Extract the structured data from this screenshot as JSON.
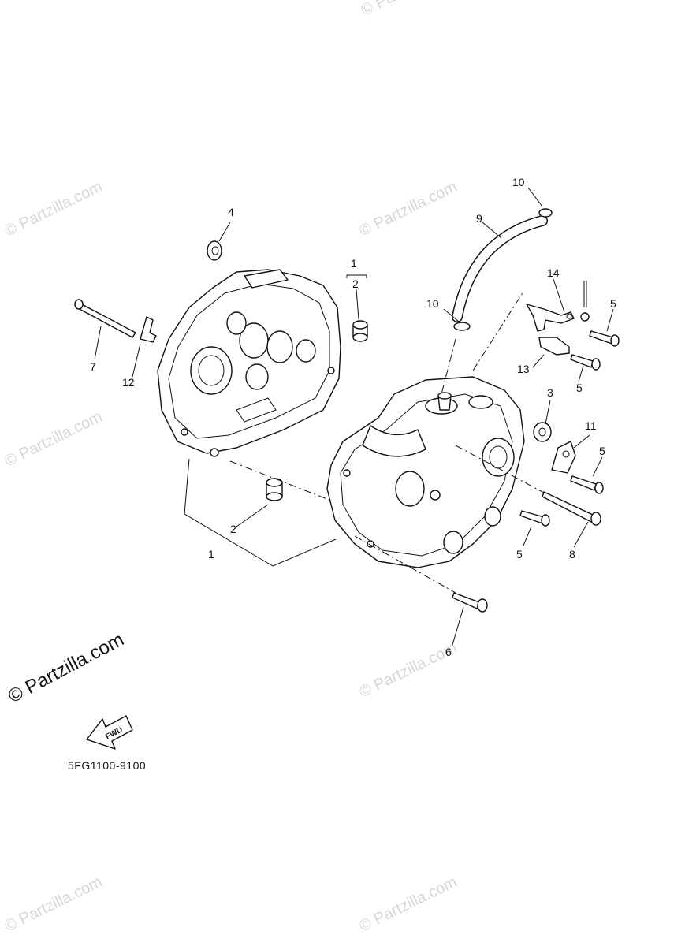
{
  "diagram": {
    "code": "5FG1100-9100",
    "fwd_label": "FWD",
    "watermark_text": "© Partzilla.com",
    "main_watermark_text": "© Partzilla.com",
    "callouts": {
      "c1a": "1",
      "c1b": "1",
      "c2a": "2",
      "c2b": "2",
      "c3": "3",
      "c4": "4",
      "c5a": "5",
      "c5b": "5",
      "c5c": "5",
      "c5d": "5",
      "c6": "6",
      "c7": "7",
      "c8": "8",
      "c9": "9",
      "c10a": "10",
      "c10b": "10",
      "c11": "11",
      "c12": "12",
      "c13": "13",
      "c14": "14"
    }
  }
}
